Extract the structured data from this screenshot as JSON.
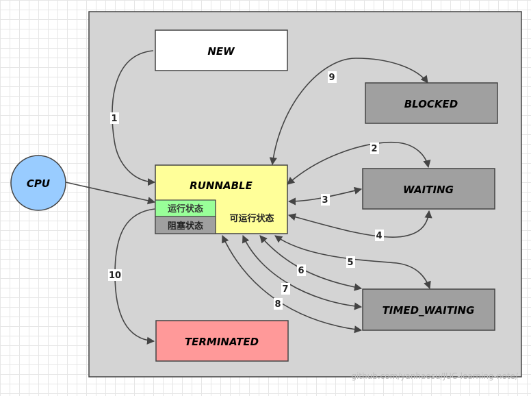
{
  "states": {
    "new": "NEW",
    "blocked": "BLOCKED",
    "runnable": "RUNNABLE",
    "waiting": "WAITING",
    "timed_waiting": "TIMED_WAITING",
    "terminated": "TERMINATED"
  },
  "cpu": "CPU",
  "runnable_sub": {
    "running": "运行状态",
    "blocked": "阻塞状态",
    "ready": "可运行状态"
  },
  "transitions": [
    "1",
    "2",
    "3",
    "4",
    "5",
    "6",
    "7",
    "8",
    "9",
    "10"
  ],
  "watermark": "github.com/yanhaosu/JUC-learning-note/",
  "colors": {
    "frame": "#d4d4d4",
    "new": "#ffffff",
    "blocked": "#a0a0a0",
    "waiting": "#a0a0a0",
    "timed_waiting": "#a0a0a0",
    "runnable": "#ffff99",
    "running": "#99ff99",
    "sub_blocked": "#a0a0a0",
    "terminated": "#ff9999",
    "cpu": "#99ccff"
  }
}
